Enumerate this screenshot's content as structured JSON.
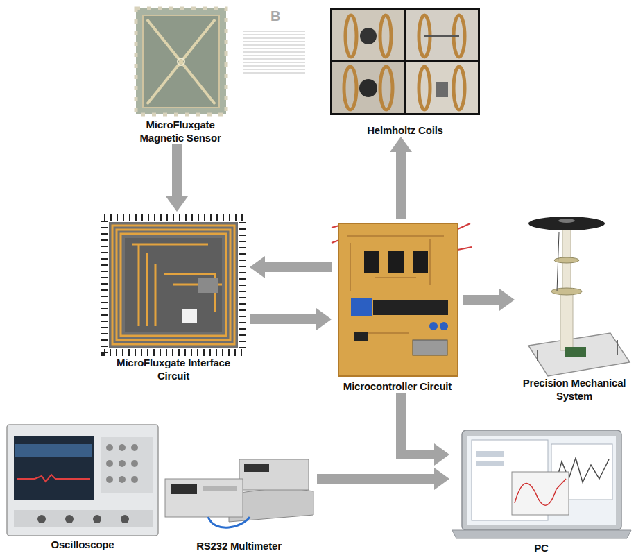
{
  "diagram": {
    "nodes": [
      {
        "text": [
          "MicroFluxgate Magnetic Sensor"
        ]
      },
      {
        "text": [
          "Helmholtz Coils"
        ]
      },
      {
        "text": [
          "MicroFluxgate Interface Circuit"
        ]
      },
      {
        "text": [
          "Microcontroller Circuit"
        ]
      },
      {
        "text": [
          "Precision Mechanical System"
        ]
      },
      {
        "text": [
          "Oscilloscope"
        ]
      },
      {
        "text": [
          "RS232 Multimeter"
        ]
      },
      {
        "text": [
          "PC"
        ]
      }
    ],
    "edges": [
      {
        "from": 0,
        "to": 2,
        "arrow": "to"
      },
      {
        "from": 3,
        "to": 1,
        "arrow": "to"
      },
      {
        "from": 3,
        "to": 2,
        "arrow": "to"
      },
      {
        "from": 2,
        "to": 3,
        "arrow": "to"
      },
      {
        "from": 3,
        "to": 4,
        "arrow": "to"
      },
      {
        "from": 3,
        "to": 7,
        "arrow": "to"
      },
      {
        "from": 6,
        "to": 7,
        "arrow": "to"
      }
    ],
    "labels": [
      "B"
    ]
  }
}
